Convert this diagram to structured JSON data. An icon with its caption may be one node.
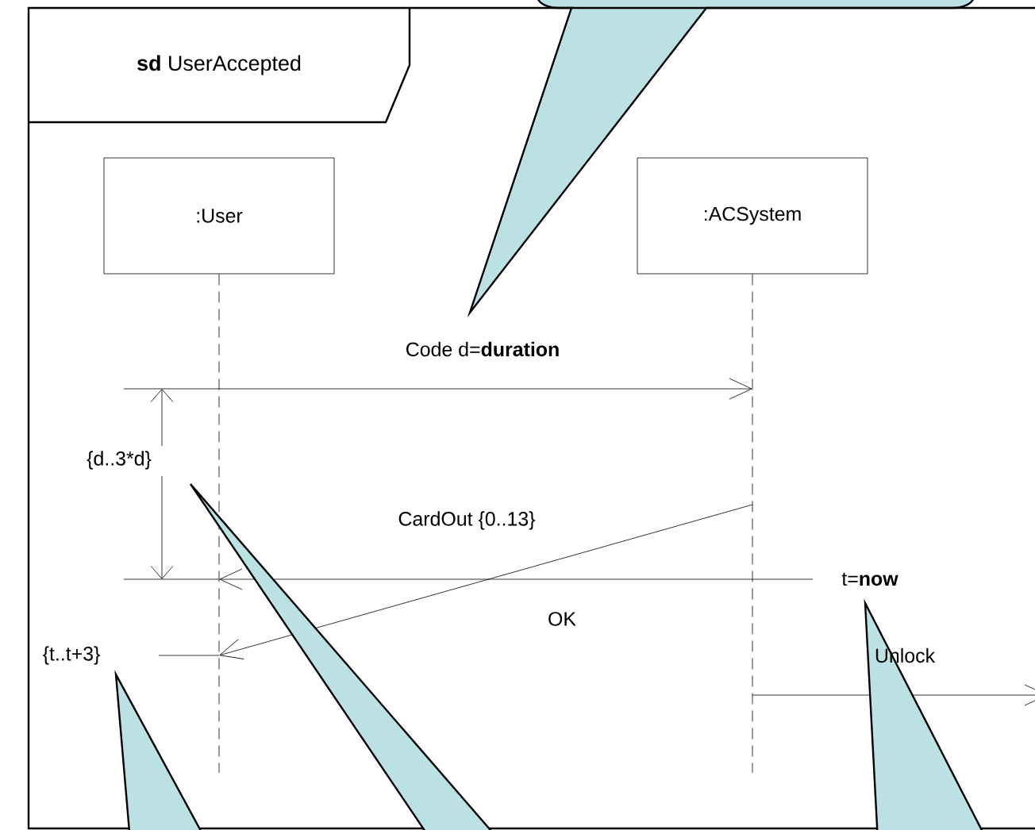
{
  "diagram": {
    "nodes": [
      {
        "text": [
          "**sd** UserAccepted"
        ]
      },
      {
        "text": [
          ":User"
        ],
        "in": 0
      },
      {
        "text": [
          ":ACSystem"
        ],
        "in": 0
      }
    ],
    "edges": [
      {
        "from": 1,
        "to": 2,
        "arrow": "to",
        "label": "Code d=**duration**"
      },
      {
        "from": 2,
        "to": 1,
        "arrow": "to",
        "label": "CardOut {0..13}"
      },
      {
        "from": 2,
        "to": 1,
        "arrow": "to",
        "label": "OK"
      },
      {
        "from": 2,
        "to": null,
        "arrow": "to",
        "label": "Unlock"
      }
    ],
    "labels": [
      "{d..3*d}",
      "t=**now**",
      "{t..t+3}"
    ]
  }
}
